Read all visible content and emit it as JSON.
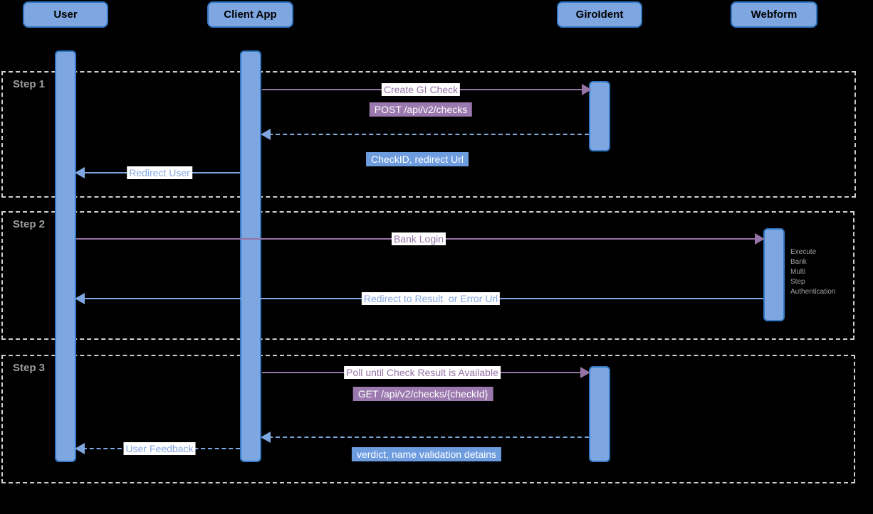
{
  "diagram": {
    "actors": [
      {
        "label": "User"
      },
      {
        "label": "Client App"
      },
      {
        "label": "GiroIdent"
      },
      {
        "label": "Webform"
      }
    ],
    "steps": [
      {
        "label": "Step 1"
      },
      {
        "label": "Step 2"
      },
      {
        "label": "Step 3"
      }
    ],
    "messages": {
      "create_gi_check": "Create GI Check",
      "post_endpoint": "POST /api/v2/checks",
      "checkid_return": "CheckID, redirect Url",
      "redirect_user": "Redirect User",
      "bank_login": "Bank Login",
      "redirect_result": "Redirect to Result  or Error Url",
      "poll": "Poll until Check Result is Available",
      "get_endpoint": "GET /api/v2/checks/{checkId}",
      "verdict_return": "verdict, name validation detains",
      "user_feedback": "User Feedback"
    },
    "webform_note": {
      "lines": [
        "Execute",
        "Bank",
        "Multi",
        "Step",
        "Authentication"
      ]
    },
    "colors": {
      "purple_arrow": "#9673A6",
      "purple_badge": "#9B79AE",
      "blue_arrow": "#7EA6E0",
      "blue_badge": "#6D9CDF",
      "bar_fill": "#7EA6E0",
      "bar_border": "#3179C6",
      "step_border": "#CFCFCF",
      "background": "#000000"
    }
  }
}
